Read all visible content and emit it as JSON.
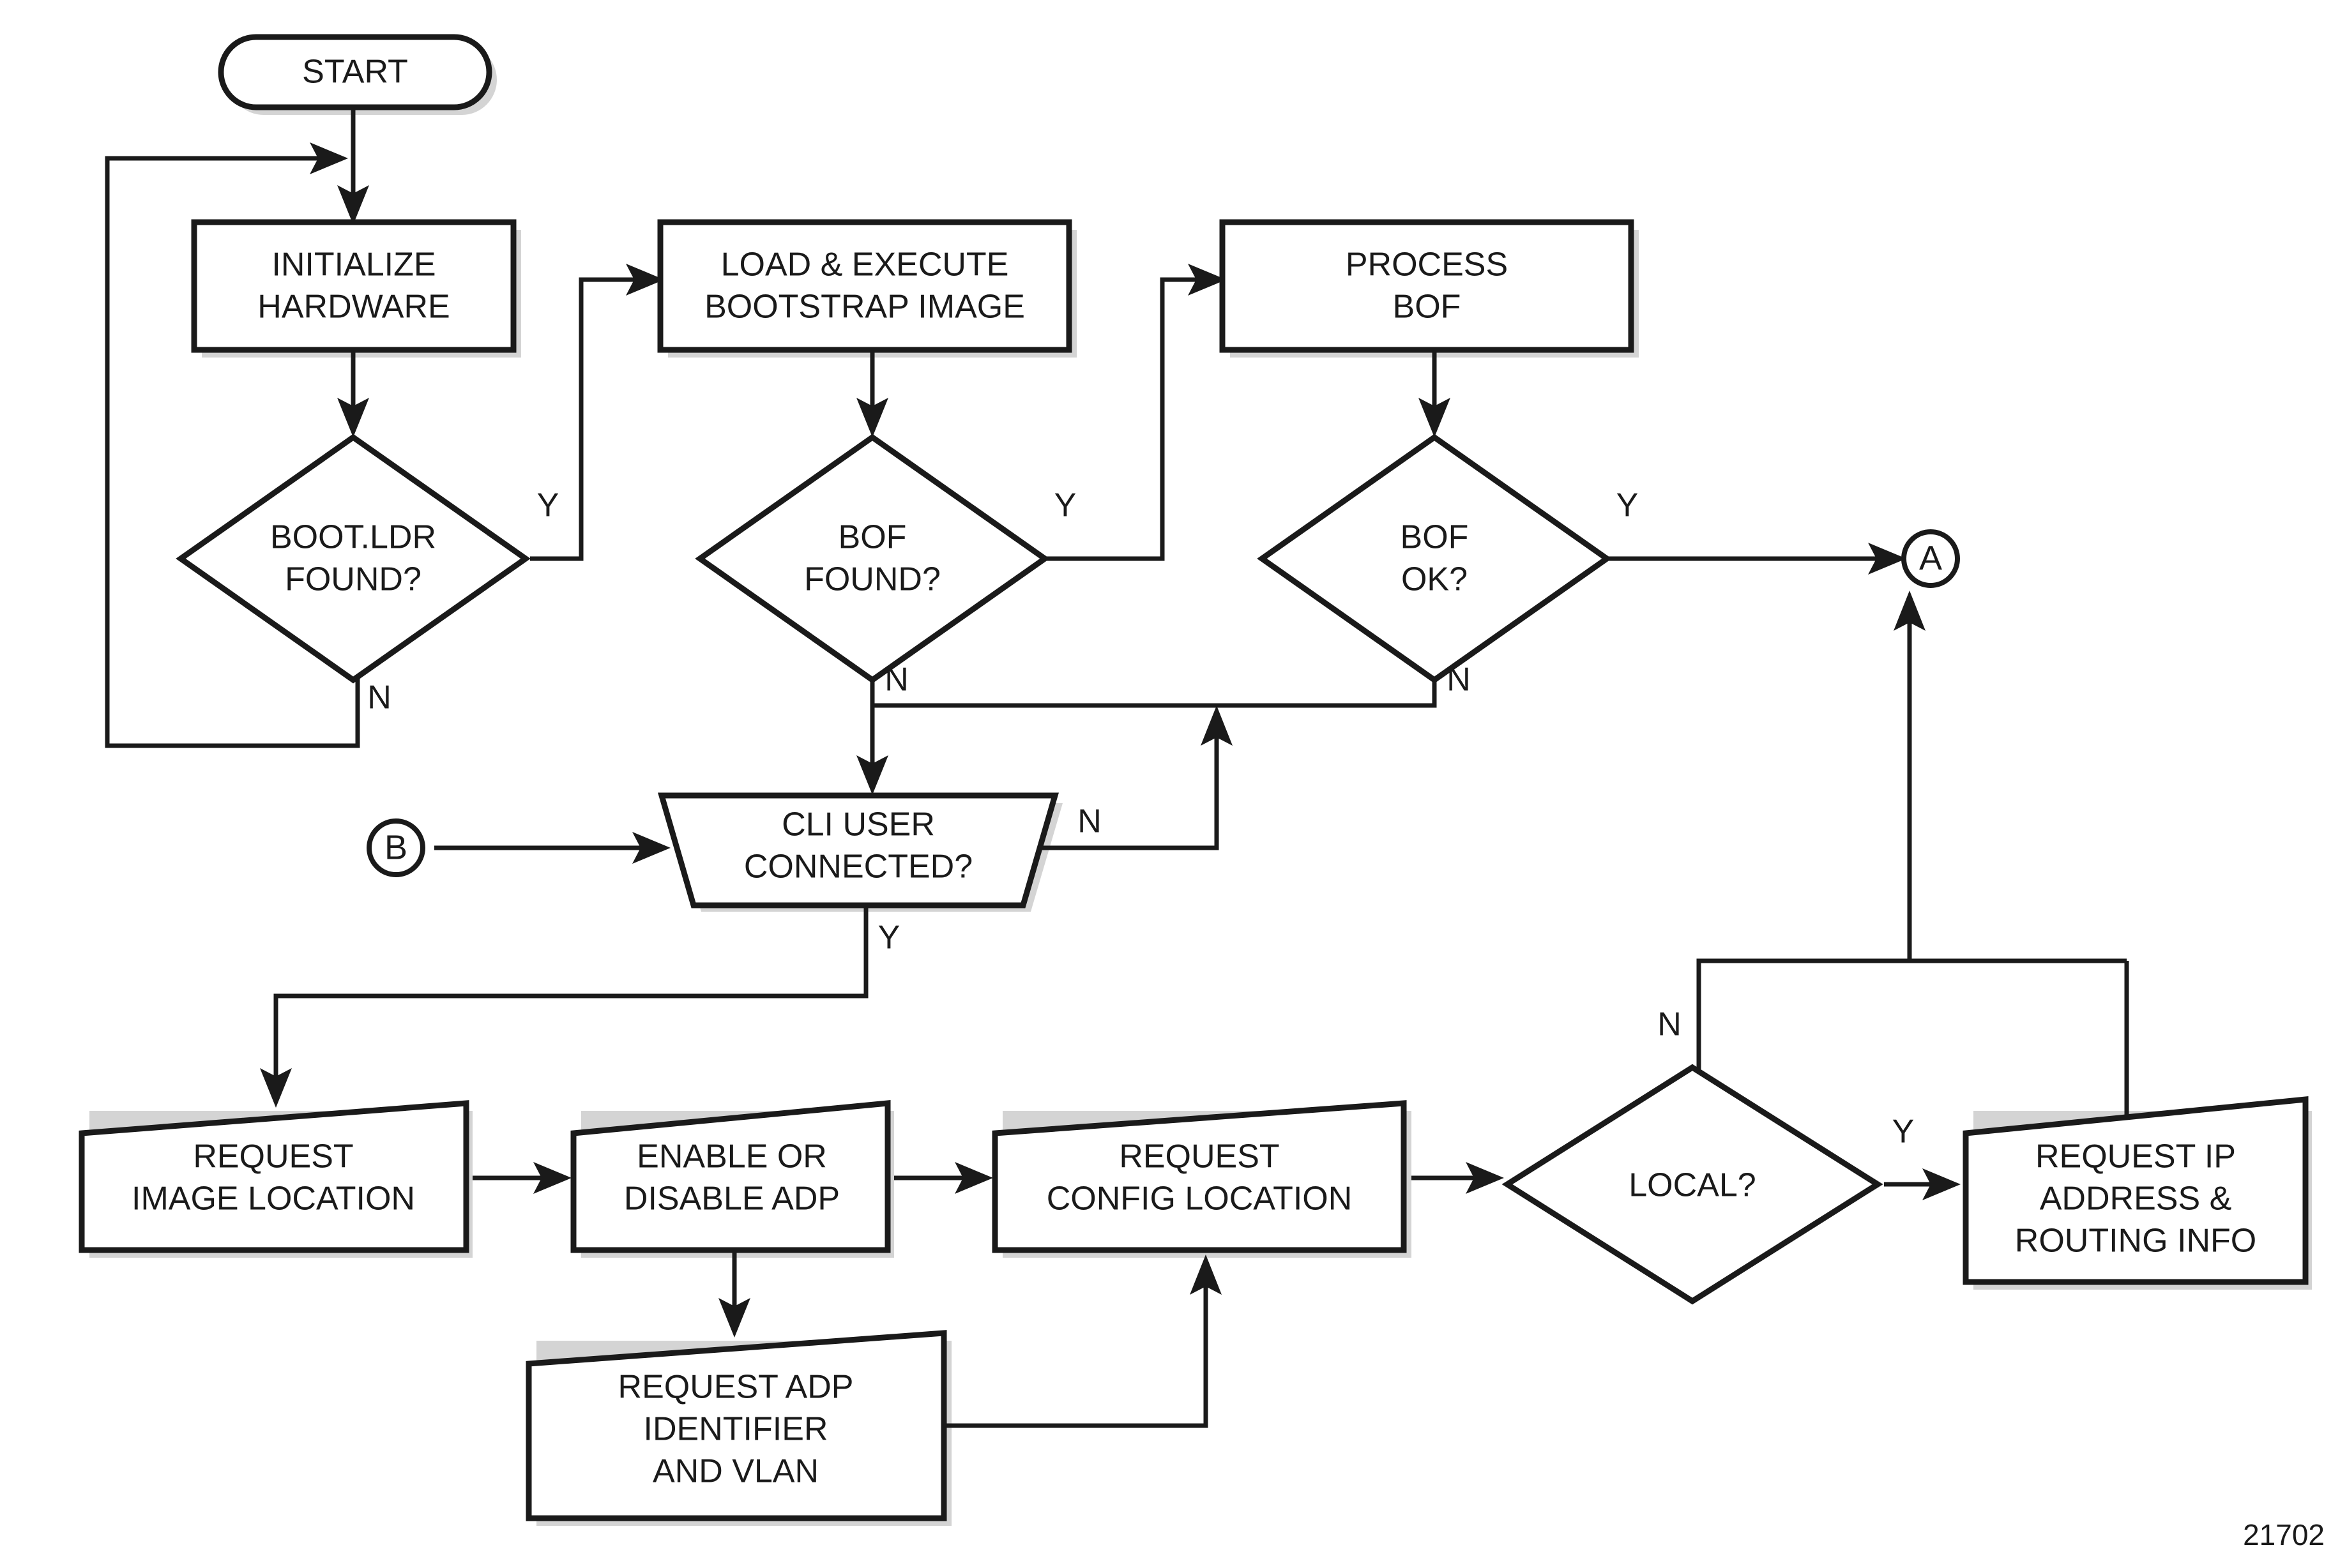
{
  "figure": {
    "number": "21702"
  },
  "nodes": {
    "start": {
      "label": "START",
      "shape": "terminator"
    },
    "init_hw": {
      "line1": "INITIALIZE",
      "line2": "HARDWARE",
      "shape": "process"
    },
    "bootldr_found": {
      "line1": "BOOT.LDR",
      "line2": "FOUND?",
      "shape": "decision"
    },
    "load_exec": {
      "line1": "LOAD & EXECUTE",
      "line2": "BOOTSTRAP IMAGE",
      "shape": "process"
    },
    "bof_found": {
      "line1": "BOF",
      "line2": "FOUND?",
      "shape": "decision"
    },
    "process_bof": {
      "line1": "PROCESS",
      "line2": "BOF",
      "shape": "process"
    },
    "bof_ok": {
      "line1": "BOF",
      "line2": "OK?",
      "shape": "decision"
    },
    "cli_user": {
      "line1": "CLI USER",
      "line2": "CONNECTED?",
      "shape": "trapezoid"
    },
    "req_image_loc": {
      "line1": "REQUEST",
      "line2": "IMAGE LOCATION",
      "shape": "skewed-box"
    },
    "enable_adp": {
      "line1": "ENABLE OR",
      "line2": "DISABLE ADP",
      "shape": "skewed-box"
    },
    "req_adp_id": {
      "line1": "REQUEST ADP",
      "line2": "IDENTIFIER",
      "line3": "AND VLAN",
      "shape": "skewed-box"
    },
    "req_config_loc": {
      "line1": "REQUEST",
      "line2": "CONFIG LOCATION",
      "shape": "skewed-box"
    },
    "local": {
      "line1": "LOCAL?",
      "shape": "decision"
    },
    "req_ip": {
      "line1": "REQUEST IP",
      "line2": "ADDRESS &",
      "line3": "ROUTING INFO",
      "shape": "skewed-box"
    },
    "conn_a": {
      "label": "A",
      "shape": "connector"
    },
    "conn_b": {
      "label": "B",
      "shape": "connector"
    }
  },
  "edge_labels": {
    "bootldr_yes": "Y",
    "bootldr_no": "N",
    "bof_found_yes": "Y",
    "bof_found_no": "N",
    "bof_ok_yes": "Y",
    "bof_ok_no": "N",
    "cli_user_yes": "Y",
    "cli_user_no": "N",
    "local_yes": "Y",
    "local_no": "N"
  },
  "colors": {
    "stroke": "#1a1a1a",
    "fill": "#ffffff",
    "shadow": "#d4d4d4",
    "background": "#ffffff"
  }
}
